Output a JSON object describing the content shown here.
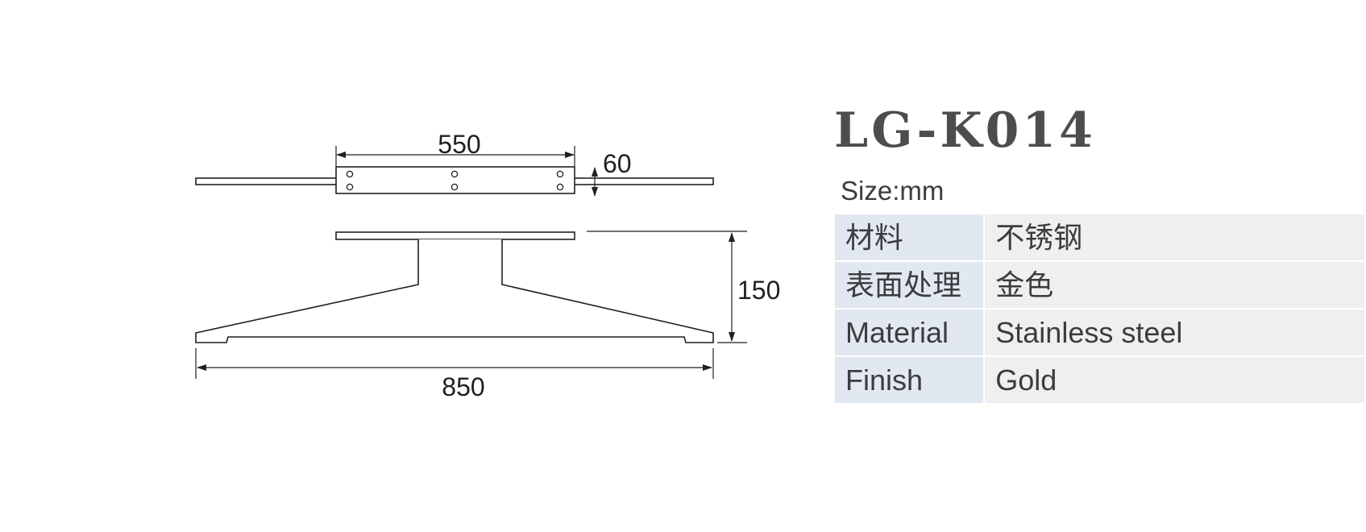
{
  "product": {
    "model": "LG-K014",
    "size_unit": "Size:mm"
  },
  "dimensions": {
    "top_width": "550",
    "thickness": "60",
    "height": "150",
    "base_width": "850"
  },
  "specs": [
    {
      "label": "材料",
      "value": "不锈钢"
    },
    {
      "label": "表面处理",
      "value": "金色"
    },
    {
      "label": "Material",
      "value": "Stainless steel"
    },
    {
      "label": "Finish",
      "value": "Gold"
    }
  ],
  "colors": {
    "line": "#231f20",
    "title": "#4d4d4f",
    "label_cell": "#e2e8f2",
    "value_cell": "#efefef"
  }
}
